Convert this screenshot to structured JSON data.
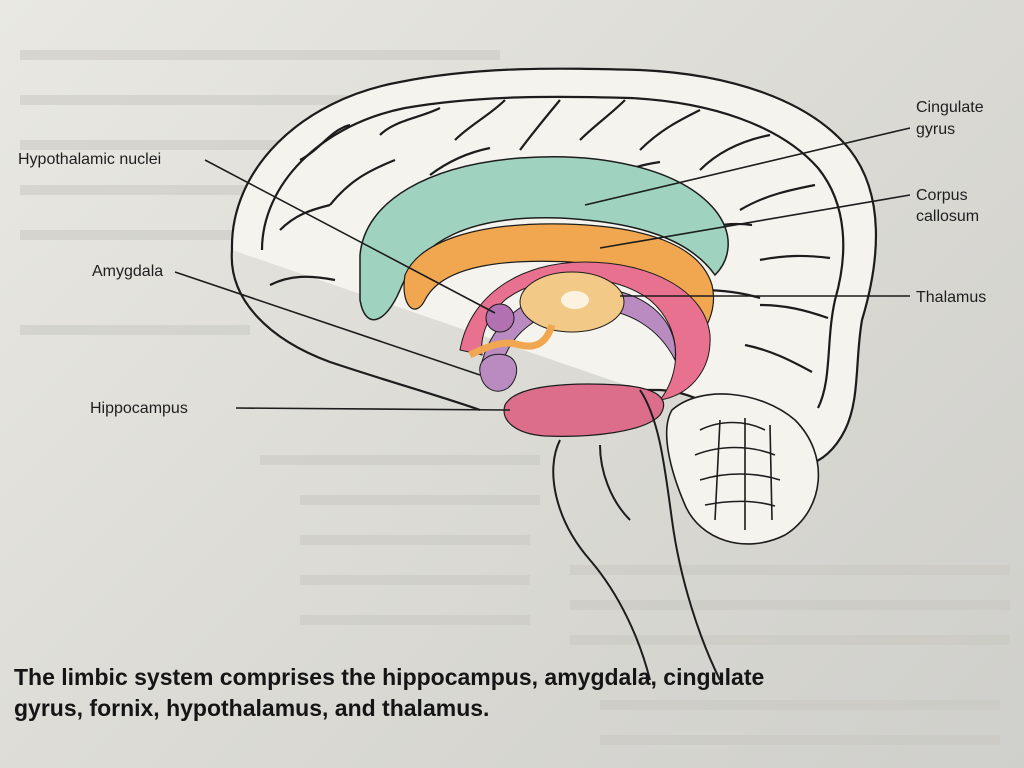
{
  "diagram": {
    "labels": {
      "hypothalamic_nuclei": "Hypothalamic nuclei",
      "amygdala": "Amygdala",
      "hippocampus": "Hippocampus",
      "cingulate_line1": "Cingulate",
      "cingulate_line2": "gyrus",
      "corpus_line1": "Corpus",
      "corpus_line2": "callosum",
      "thalamus": "Thalamus"
    },
    "caption_line1": "The limbic system comprises the hippocampus, amygdala, cingulate",
    "caption_line2": "gyrus, fornix, hypothalamus, and thalamus."
  },
  "colors": {
    "cingulate": "#9fd3c0",
    "corpus": "#f0a750",
    "fornix": "#e8718f",
    "thalamus": "#f3c987",
    "limbic_purple": "#b98bc0",
    "hippocampus": "#dc6e8c",
    "outline": "#1c1c1c"
  }
}
